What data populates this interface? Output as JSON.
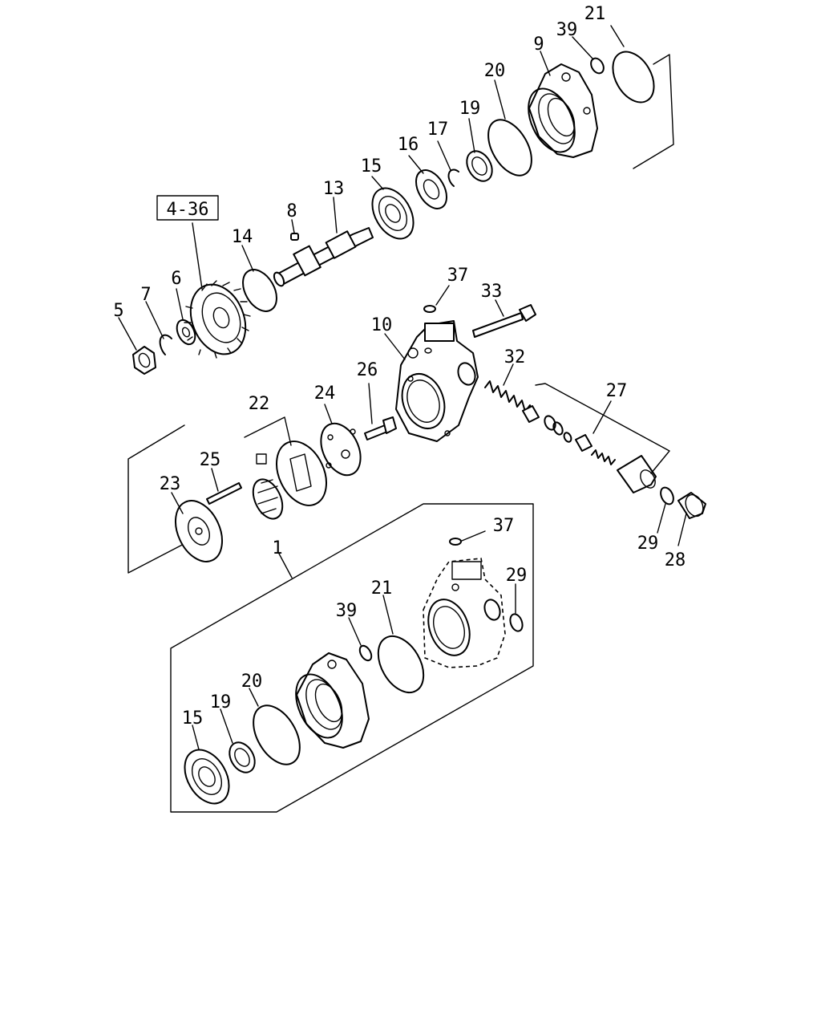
{
  "diagram": {
    "reference_box": "4-36",
    "callouts": {
      "c1": "1",
      "c5": "5",
      "c6": "6",
      "c7": "7",
      "c8": "8",
      "c9": "9",
      "c10": "10",
      "c13": "13",
      "c14": "14",
      "c15a": "15",
      "c15b": "15",
      "c16": "16",
      "c17": "17",
      "c19a": "19",
      "c19b": "19",
      "c20a": "20",
      "c20b": "20",
      "c21a": "21",
      "c21b": "21",
      "c22": "22",
      "c23": "23",
      "c24": "24",
      "c25": "25",
      "c26": "26",
      "c27": "27",
      "c28": "28",
      "c29a": "29",
      "c29b": "29",
      "c32": "32",
      "c33": "33",
      "c37a": "37",
      "c37b": "37",
      "c39a": "39",
      "c39b": "39"
    }
  }
}
